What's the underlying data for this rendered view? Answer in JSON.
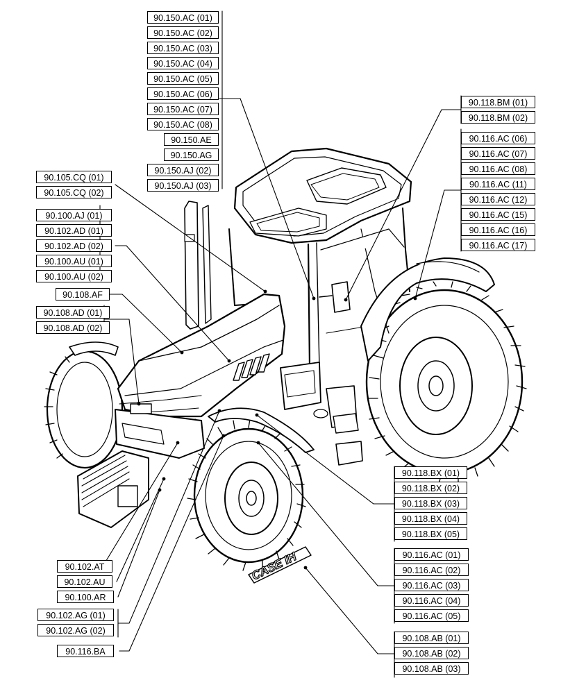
{
  "diagram": {
    "brand_mark": "CASE IH",
    "callout_groups": {
      "cab_top": [
        "90.150.AC (01)",
        "90.150.AC (02)",
        "90.150.AC (03)",
        "90.150.AC (04)",
        "90.150.AC (05)",
        "90.150.AC (06)",
        "90.150.AC (07)",
        "90.150.AC (08)",
        "90.150.AE",
        "90.150.AG",
        "90.150.AJ (02)",
        "90.150.AJ (03)"
      ],
      "mirror": [
        "90.118.BM (01)",
        "90.118.BM (02)"
      ],
      "rear_fender": [
        "90.116.AC (06)",
        "90.116.AC (07)",
        "90.116.AC (08)",
        "90.116.AC (11)",
        "90.116.AC (12)",
        "90.116.AC (15)",
        "90.116.AC (16)",
        "90.116.AC (17)"
      ],
      "hood_side": [
        "90.105.CQ (01)",
        "90.105.CQ (02)"
      ],
      "hood_front": [
        "90.100.AJ (01)",
        "90.102.AD (01)",
        "90.102.AD (02)",
        "90.100.AU (01)",
        "90.100.AU (02)"
      ],
      "hood_top": [
        "90.108.AF"
      ],
      "grille": [
        "90.108.AD (01)",
        "90.108.AD (02)"
      ],
      "steps": [
        "90.118.BX (01)",
        "90.118.BX (02)",
        "90.118.BX (03)",
        "90.118.BX (04)",
        "90.118.BX (05)"
      ],
      "front_fender": [
        "90.116.AC (01)",
        "90.116.AC (02)",
        "90.116.AC (03)",
        "90.116.AC (04)",
        "90.116.AC (05)"
      ],
      "emblem": [
        "90.108.AB (01)",
        "90.108.AB (02)",
        "90.108.AB (03)"
      ],
      "chassis_at": [
        "90.102.AT"
      ],
      "chassis_au": [
        "90.102.AU"
      ],
      "chassis_ar": [
        "90.100.AR"
      ],
      "chassis_ag": [
        "90.102.AG (01)",
        "90.102.AG (02)"
      ],
      "front_mudguard": [
        "90.116.BA"
      ]
    }
  }
}
